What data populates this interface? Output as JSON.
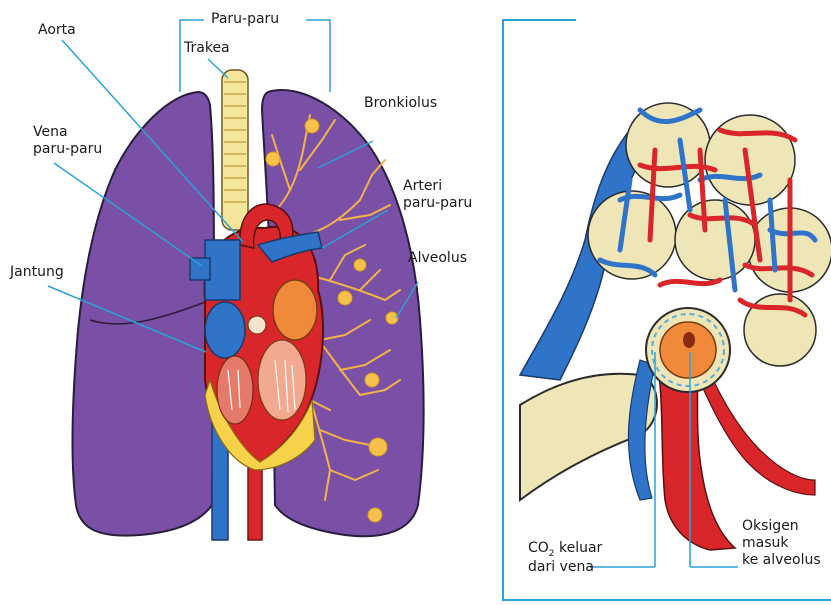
{
  "labels": {
    "paru_paru": "Paru-paru",
    "aorta": "Aorta",
    "trakea": "Trakea",
    "bronkiolus": "Bronkiolus",
    "vena_line1": "Vena",
    "vena_line2": "paru-paru",
    "arteri_line1": "Arteri",
    "arteri_line2": "paru-paru",
    "jantung": "Jantung",
    "alveolus": "Alveolus",
    "co2_main": "CO",
    "co2_sub": "2",
    "co2_rest": " keluar",
    "co2_line2": "dari vena",
    "oksigen_line1": "Oksigen",
    "oksigen_line2": "masuk",
    "oksigen_line3": "ke alveolus"
  },
  "colors": {
    "lung": "#7a4fa6",
    "lung_outline": "#2b1d3d",
    "trachea": "#f3e59a",
    "vein": "#2f74c9",
    "artery": "#d9262b",
    "heart_orange": "#f08a3a",
    "bronchiole": "#f2b34a",
    "alveolus_sac": "#efe6b8",
    "leader_line": "#2aa3d6"
  }
}
